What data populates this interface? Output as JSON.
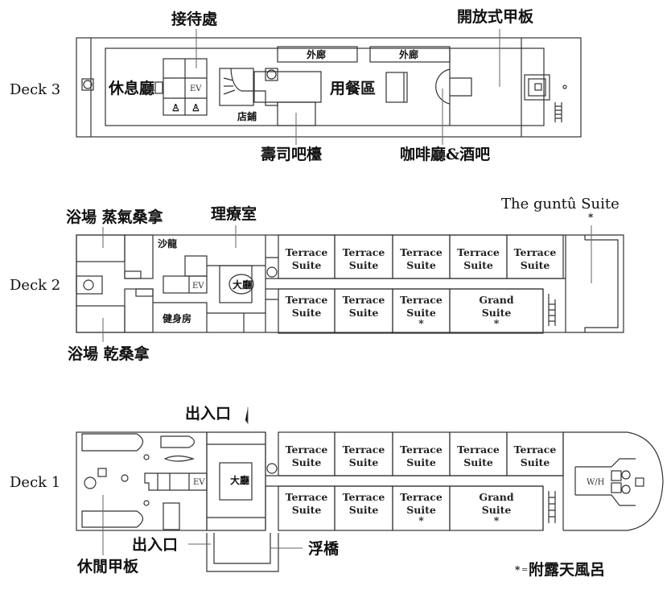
{
  "decks": {
    "deck3": {
      "title": "Deck 3",
      "reception": "接待處",
      "lounge": "休息廳",
      "ev": "EV",
      "shop": "店鋪",
      "corridor_1": "外廊",
      "corridor_2": "外廊",
      "dining": "用餐區",
      "sushi_bar": "壽司吧檯",
      "cafe_bar": "咖啡廳&酒吧",
      "open_deck": "開放式甲板"
    },
    "deck2": {
      "title": "Deck 2",
      "steam_sauna": "浴場 蒸氣桑拿",
      "dry_sauna": "浴場 乾桑拿",
      "therapy": "理療室",
      "salon": "沙龍",
      "ev": "EV",
      "lobby": "大廳",
      "gym": "健身房",
      "guntu_suite": "The guntû Suite",
      "guntu_star": "*",
      "suites_top": [
        [
          "Terrace",
          "Suite"
        ],
        [
          "Terrace",
          "Suite"
        ],
        [
          "Terrace",
          "Suite"
        ],
        [
          "Terrace",
          "Suite"
        ],
        [
          "Terrace",
          "Suite"
        ]
      ],
      "suites_bottom": [
        [
          "Terrace",
          "Suite",
          ""
        ],
        [
          "Terrace",
          "Suite",
          ""
        ],
        [
          "Terrace",
          "Suite",
          "*"
        ],
        [
          "Grand",
          "Suite",
          "*"
        ]
      ]
    },
    "deck1": {
      "title": "Deck 1",
      "entrance_top": "出入口",
      "entrance_bottom": "出入口",
      "pontoon": "浮橋",
      "leisure_deck": "休閒甲板",
      "ev": "EV",
      "lobby": "大廳",
      "wheelhouse": "W/H",
      "suites_top": [
        [
          "Terrace",
          "Suite"
        ],
        [
          "Terrace",
          "Suite"
        ],
        [
          "Terrace",
          "Suite"
        ],
        [
          "Terrace",
          "Suite"
        ],
        [
          "Terrace",
          "Suite"
        ]
      ],
      "suites_bottom": [
        [
          "Terrace",
          "Suite",
          ""
        ],
        [
          "Terrace",
          "Suite",
          ""
        ],
        [
          "Terrace",
          "Suite",
          "*"
        ],
        [
          "Grand",
          "Suite",
          "*"
        ]
      ]
    }
  },
  "legend": {
    "symbol": "*",
    "equals": "=",
    "text": "附露天風呂"
  }
}
